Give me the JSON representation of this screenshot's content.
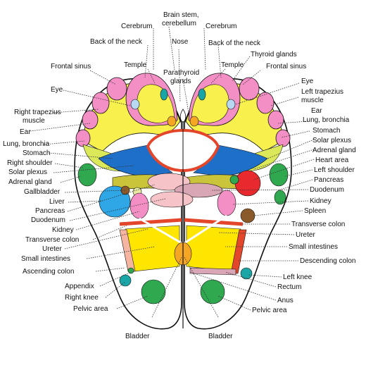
{
  "colors": {
    "pink": "#f48fc6",
    "yellow": "#f7f04d",
    "yellow_green": "#dbe85a",
    "bright_yellow": "#ffe600",
    "blue": "#1e6fc8",
    "sky_blue": "#2fa6e6",
    "green": "#2fa84f",
    "red": "#e8292e",
    "orange_red": "#e3462b",
    "brown": "#8b5a2b",
    "light_pink": "#f6c3c9",
    "dusty_pink": "#d9a6b6",
    "teal": "#1aa5a6",
    "peach": "#f5b5a0",
    "orange": "#f5a623",
    "olive": "#c9c43a"
  },
  "labels": {
    "brain_stem": "Brain stem,",
    "cerebellum": "cerebellum",
    "cerebrum_left": "Cerebrum",
    "cerebrum_right": "Cerebrum",
    "back_neck_left": "Back of the neck",
    "back_neck_right": "Back of the neck",
    "nose": "Nose",
    "temple_left": "Temple",
    "temple_right": "Temple",
    "thyroid": "Thyroid glands",
    "parathyroid_1": "Parathyroid",
    "parathyroid_2": "glands",
    "frontal_sinus_left": "Frontal sinus",
    "frontal_sinus_right": "Frontal sinus",
    "eye_left": "Eye",
    "eye_right": "Eye",
    "right_trapezius_1": "Right trapezius",
    "right_trapezius_2": "muscle",
    "left_trapezius_1": "Left trapezius",
    "left_trapezius_2": "muscle",
    "ear_left": "Ear",
    "ear_right": "Ear",
    "lung_left": "Lung, bronchia",
    "lung_right": "Lung, bronchia",
    "stomach_left": "Stomach",
    "stomach_right": "Stomach",
    "right_shoulder": "Right shoulder",
    "left_shoulder": "Left shoulder",
    "solar_left": "Solar plexus",
    "solar_right": "Solar plexus",
    "adrenal_left": "Adrenal gland",
    "adrenal_right": "Adrenal gland",
    "heart": "Heart area",
    "gallbladder": "Gallbladder",
    "liver": "Liver",
    "pancreas_left": "Pancreas",
    "pancreas_right": "Pancreas",
    "duodenum_left": "Duodenum",
    "duodenum_right": "Duodenum",
    "kidney_left": "Kidney",
    "kidney_right": "Kidney",
    "spleen": "Spleen",
    "transverse_left": "Transverse colon",
    "transverse_right": "Transverse colon",
    "ureter_left": "Ureter",
    "ureter_right": "Ureter",
    "small_int_left": "Small intestines",
    "small_int_right": "Small intestines",
    "ascending": "Ascending colon",
    "descending": "Descending colon",
    "appendix": "Appendix",
    "right_knee": "Right knee",
    "left_knee": "Left knee",
    "rectum": "Rectum",
    "anus": "Anus",
    "pelvic_left": "Pelvic area",
    "pelvic_right": "Pelvic area",
    "bladder_left": "Bladder",
    "bladder_right": "Bladder"
  }
}
